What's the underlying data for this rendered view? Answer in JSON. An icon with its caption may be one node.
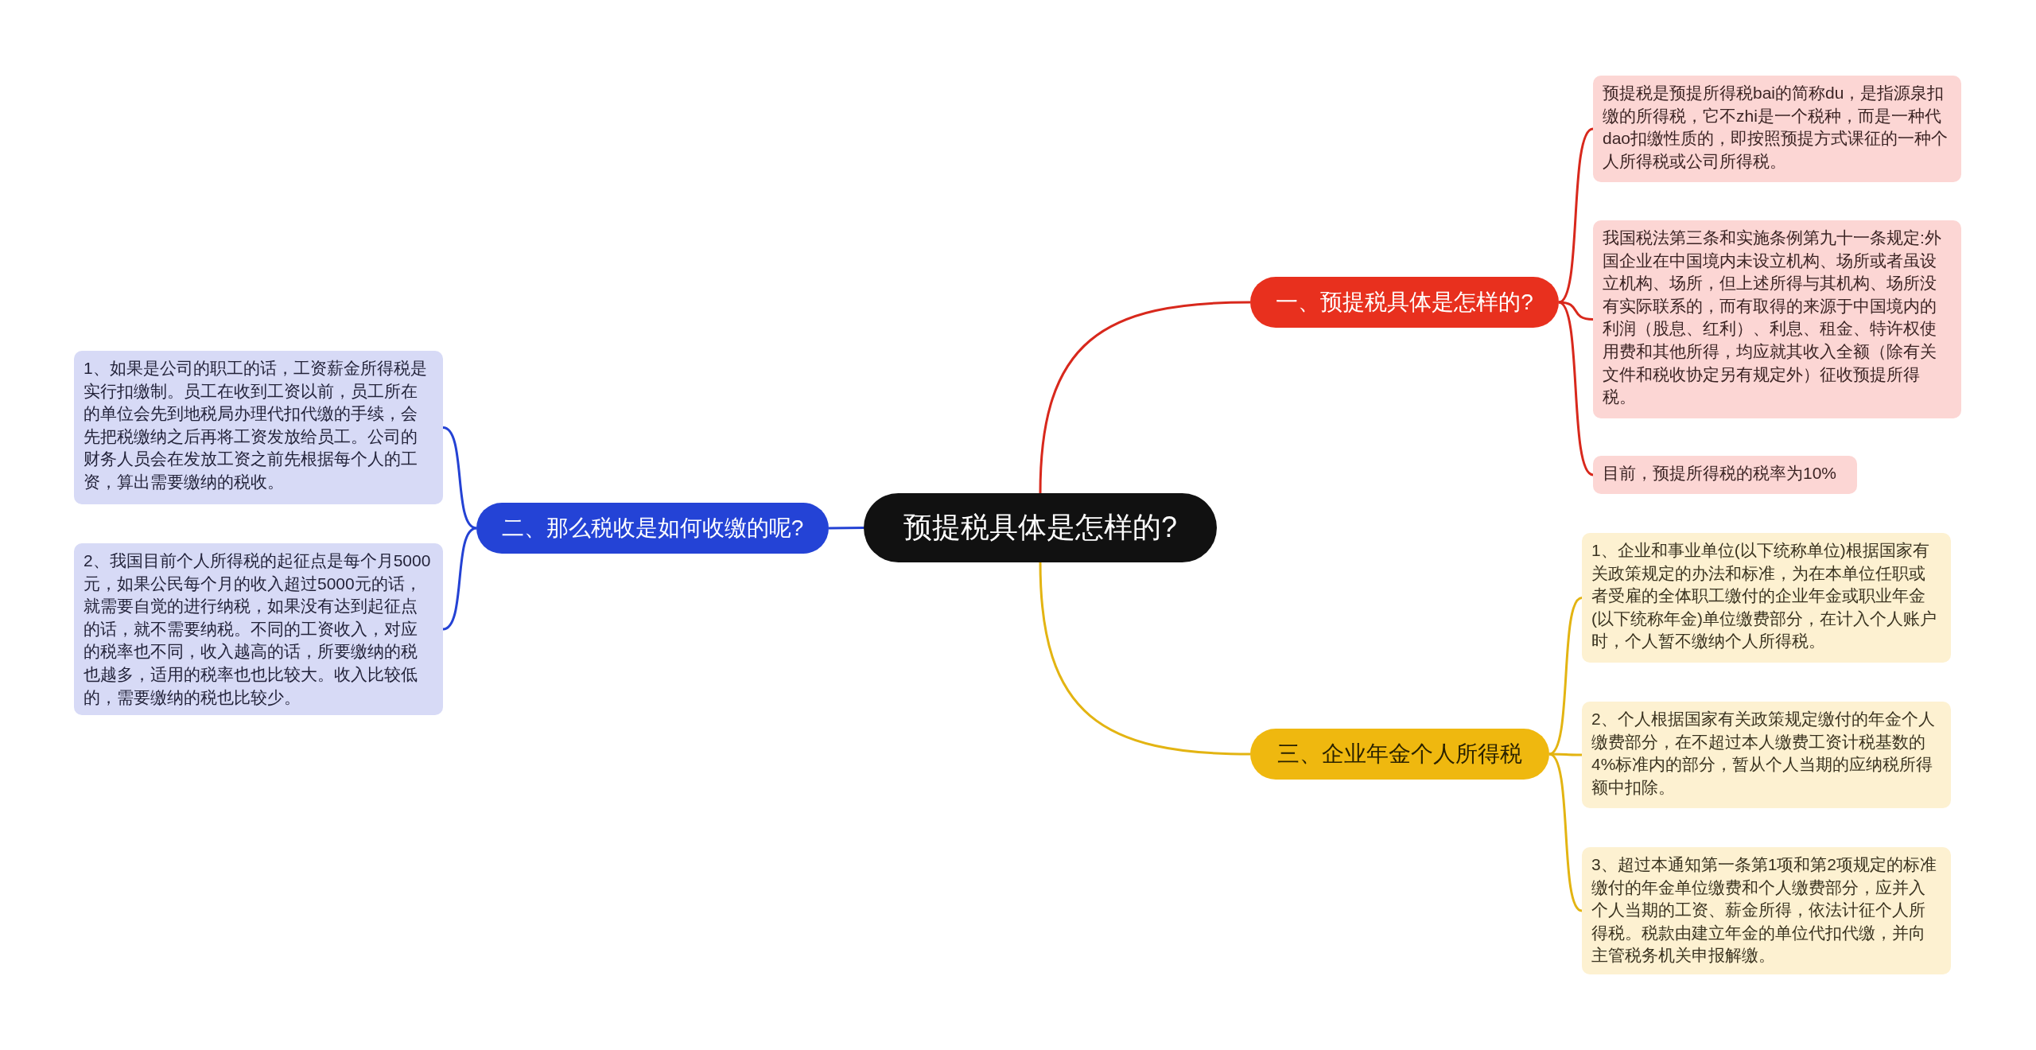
{
  "diagram": {
    "nodes": [
      {
        "text": [
          "预提税具体是怎样的?"
        ]
      },
      {
        "text": [
          "一、预提税具体是怎样的?"
        ]
      },
      {
        "text": [
          "预提税是预提所得税bai的简称du，是指源泉扣缴的所得税，它不zhi是一个税种，而是一种代dao扣缴性质的，即按照预提方式课征的一种个人所得税或公司所得税。"
        ]
      },
      {
        "text": [
          "我国税法第三条和实施条例第九十一条规定:外国企业在中国境内未设立机构、场所或者虽设立机构、场所，但上述所得与其机构、场所没有实际联系的，而有取得的来源于中国境内的利润（股息、红利）、利息、租金、特许权使用费和其他所得，均应就其收入全额（除有关文件和税收协定另有规定外）征收预提所得税。"
        ]
      },
      {
        "text": [
          "目前，预提所得税的税率为10%"
        ]
      },
      {
        "text": [
          "二、那么税收是如何收缴的呢?"
        ]
      },
      {
        "text": [
          "1、如果是公司的职工的话，工资薪金所得税是实行扣缴制。员工在收到工资以前，员工所在的单位会先到地税局办理代扣代缴的手续，会先把税缴纳之后再将工资发放给员工。公司的财务人员会在发放工资之前先根据每个人的工资，算出需要缴纳的税收。"
        ]
      },
      {
        "text": [
          "2、我国目前个人所得税的起征点是每个月5000元，如果公民每个月的收入超过5000元的话，就需要自觉的进行纳税，如果没有达到起征点的话，就不需要纳税。不同的工资收入，对应的税率也不同，收入越高的话，所要缴纳的税也越多，适用的税率也也比较大。收入比较低的，需要缴纳的税也比较少。"
        ]
      },
      {
        "text": [
          "三、企业年金个人所得税"
        ]
      },
      {
        "text": [
          "1、企业和事业单位(以下统称单位)根据国家有关政策规定的办法和标准，为在本单位任职或者受雇的全体职工缴付的企业年金或职业年金(以下统称年金)单位缴费部分，在计入个人账户时，个人暂不缴纳个人所得税。"
        ]
      },
      {
        "text": [
          "2、个人根据国家有关政策规定缴付的年金个人缴费部分，在不超过本人缴费工资计税基数的4%标准内的部分，暂从个人当期的应纳税所得额中扣除。"
        ]
      },
      {
        "text": [
          "3、超过本通知第一条第1项和第2项规定的标准缴付的年金单位缴费和个人缴费部分，应并入个人当期的工资、薪金所得，依法计征个人所得税。税款由建立年金的单位代扣代缴，并向主管税务机关申报解缴。"
        ]
      }
    ],
    "edges": [
      {
        "from": 0,
        "to": 1,
        "arrow": "none",
        "color": "#d8281c"
      },
      {
        "from": 1,
        "to": 2,
        "arrow": "none",
        "color": "#d8281c"
      },
      {
        "from": 1,
        "to": 3,
        "arrow": "none",
        "color": "#d8281c"
      },
      {
        "from": 1,
        "to": 4,
        "arrow": "none",
        "color": "#d8281c"
      },
      {
        "from": 0,
        "to": 5,
        "arrow": "none",
        "color": "#2442d4"
      },
      {
        "from": 5,
        "to": 6,
        "arrow": "none",
        "color": "#2442d4"
      },
      {
        "from": 5,
        "to": 7,
        "arrow": "none",
        "color": "#2442d4"
      },
      {
        "from": 0,
        "to": 8,
        "arrow": "none",
        "color": "#e3b412"
      },
      {
        "from": 8,
        "to": 9,
        "arrow": "none",
        "color": "#e3b412"
      },
      {
        "from": 8,
        "to": 10,
        "arrow": "none",
        "color": "#e3b412"
      },
      {
        "from": 8,
        "to": 11,
        "arrow": "none",
        "color": "#e3b412"
      }
    ]
  }
}
